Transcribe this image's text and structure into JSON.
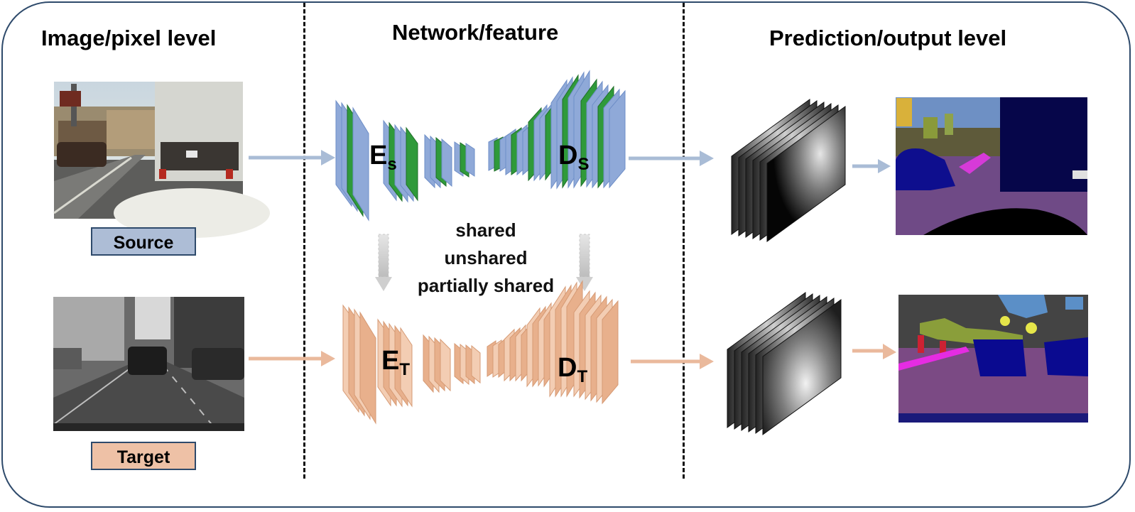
{
  "headers": {
    "image_level": "Image/pixel level",
    "network_level": "Network/feature",
    "prediction_level": "Prediction/output level"
  },
  "domains": {
    "source_label": "Source",
    "target_label": "Target"
  },
  "sharing_options": [
    "shared",
    "unshared",
    "partially shared"
  ],
  "networks": {
    "source_encoder": {
      "main": "E",
      "sub": "s"
    },
    "source_decoder": {
      "main": "D",
      "sub": "S"
    },
    "target_encoder": {
      "main": "E",
      "sub": "T"
    },
    "target_decoder": {
      "main": "D",
      "sub": "T"
    }
  },
  "colors": {
    "frame_border": "#2e4a6b",
    "source_arrow": "#a9bcd6",
    "target_arrow": "#eab99c",
    "source_label_bg": "#adbdd6",
    "target_label_bg": "#eec1a6",
    "source_net_blue": "#8fa9d8",
    "source_net_green": "#2f9a3a",
    "target_net": "#e8b08c"
  },
  "icons": [
    "street-photo",
    "feature-map-stack",
    "segmentation-map"
  ]
}
